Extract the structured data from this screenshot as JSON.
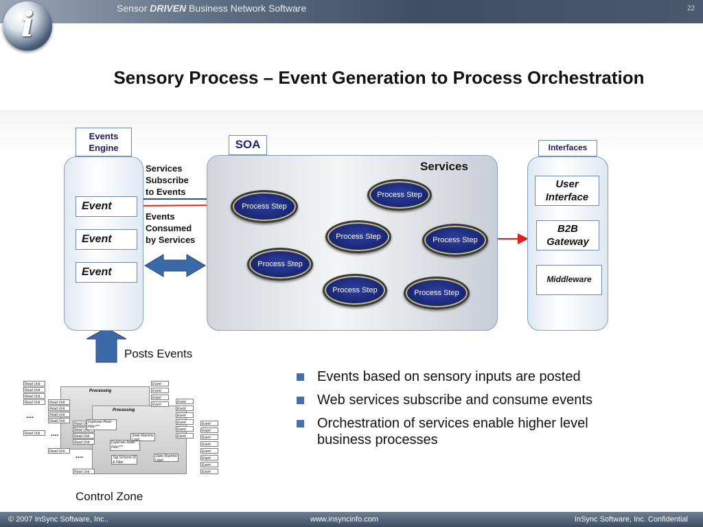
{
  "header": {
    "tagline_pre": "Sensor ",
    "tagline_bold": "DRIVEN",
    "tagline_post": " Business Network Software",
    "slide_number": "22",
    "logo_letter": "i"
  },
  "slide_title": "Sensory Process – Event Generation to Process Orchestration",
  "diagram": {
    "events_engine_label": "Events Engine",
    "events": [
      "Event",
      "Event",
      "Event"
    ],
    "services_subscribe_note": [
      "Services",
      "Subscribe",
      "to Events"
    ],
    "events_consumed_note": [
      "Events",
      "Consumed",
      "by Services"
    ],
    "soa_label": "SOA",
    "services_label": "Services",
    "process_step_label": "Process Step",
    "interfaces_label": "Interfaces",
    "user_interface": "User Interface",
    "b2b_gateway": "B2B Gateway",
    "middleware": "Middleware",
    "posts_events": "Posts Events",
    "control_zone": "Control Zone"
  },
  "bullets": [
    "Events based on sensory inputs are posted",
    "Web services subscribe and consume events",
    "Orchestration of services enable higher level business processes"
  ],
  "control_zone_mock": {
    "processing": "Processing",
    "read_unit": "Read Unit",
    "event": "Event",
    "dots": "....",
    "duplicate_read": "Duplicate Read Filter***",
    "state_machine": "State Machine Logic",
    "tag_scheme": "Tag Scheme ID & Filter"
  },
  "footer": {
    "copyright": "© 2007 InSync Software, Inc..",
    "website": "www.insyncinfo.com",
    "confidential": "InSync Software, Inc. Confidential"
  },
  "colors": {
    "banner": "#3e4e63",
    "arrow_red": "#e02020",
    "process_step_fill": "#1c2a7a",
    "bullet": "#4a6fa0",
    "big_arrow": "#3a6aa8"
  }
}
